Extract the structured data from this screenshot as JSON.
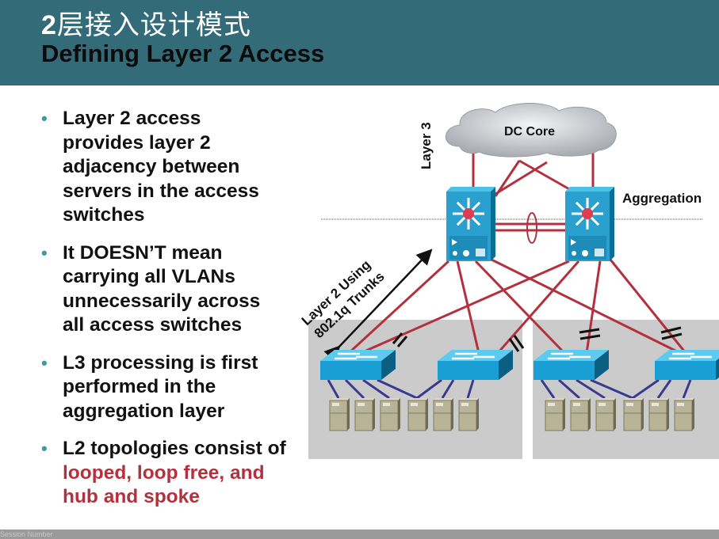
{
  "header": {
    "title_number": "2",
    "title_cn": "层接入设计模式",
    "title_en": "Defining Layer 2 Access",
    "bg_color": "#336b79"
  },
  "bullets": [
    {
      "text": "Layer 2 access provides layer 2 adjacency between servers in the access switches"
    },
    {
      "text": "It DOESN’T mean carrying all VLANs unnecessarily across all access switches"
    },
    {
      "text": "L3 processing is first performed in the aggregation layer"
    },
    {
      "text": "L2 topologies consist ",
      "text_prefix": "L2 topologies consist of ",
      "highlight": "looped, loop free, and hub and spoke"
    }
  ],
  "diagram": {
    "core_label": "DC Core",
    "layer3_label": "Layer 3",
    "aggregation_label": "Aggregation",
    "trunk_label_line1": "Layer 2 Using",
    "trunk_label_line2": "802.1q Trunks",
    "link_color": "#b3313e",
    "server_link_color": "#3a3a8c",
    "switch_color": "#1fa3d6",
    "aggregation_switches": 2,
    "access_groups": 2,
    "access_switches_per_group": 2,
    "servers_per_group": 6,
    "blocked_links": 4
  },
  "footer": {
    "text": "Session Number"
  }
}
